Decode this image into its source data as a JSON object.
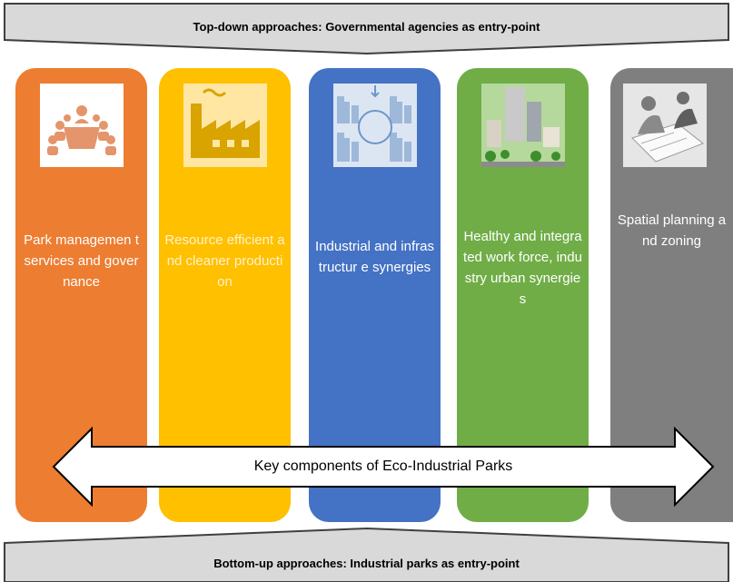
{
  "top_banner": {
    "text": "Top-down approaches: Governmental agencies as entry-point"
  },
  "bottom_banner": {
    "text": "Bottom-up approaches: Industrial parks as entry-point"
  },
  "pillars": [
    {
      "label": "Park managemen t services and governance",
      "color": "#ED7D31",
      "text_color": "#FFFFFF",
      "icon": "meeting-icon"
    },
    {
      "label": "Resource efficient and cleaner production",
      "color": "#FFC000",
      "text_color": "#FFF2CC",
      "icon": "factory-icon"
    },
    {
      "label": "Industrial and infrastructur e synergies",
      "color": "#4472C4",
      "text_color": "#FFFFFF",
      "icon": "cycle-icon"
    },
    {
      "label": "Healthy and integrated work force, industry urban synergies",
      "color": "#70AD47",
      "text_color": "#FFFFFF",
      "icon": "city-icon"
    },
    {
      "label": "Spatial planning and zoning",
      "color": "#7F7F7F",
      "text_color": "#FFFFFF",
      "icon": "planning-icon"
    }
  ],
  "center_arrow": {
    "text": "Key components of Eco-Industrial Parks"
  }
}
